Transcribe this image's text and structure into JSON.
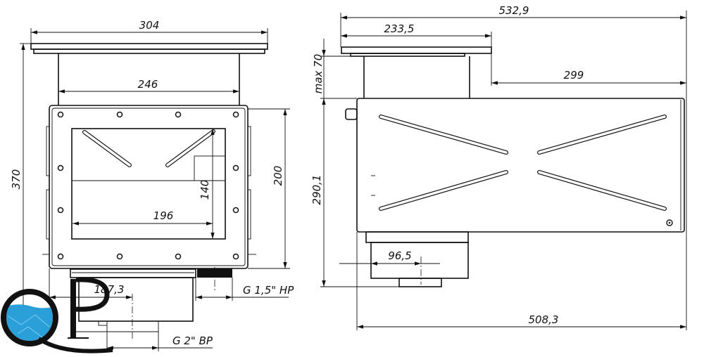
{
  "front_view": {
    "dims": {
      "flange_width": "304",
      "neck_width": "246",
      "window_width": "196",
      "window_height": "140",
      "body_height": "200",
      "total_height": "370",
      "outlet_offset": "187,3"
    },
    "threads": {
      "side": "G 1,5\" HP",
      "bottom": "G 2\" BP"
    }
  },
  "side_view": {
    "dims": {
      "total_length": "532,9",
      "flange_length": "233,5",
      "max_neck": "max 70",
      "body_offset": "299",
      "body_height": "290,1",
      "outlet_offset": "96,5",
      "body_length": "508,3"
    }
  },
  "logo": {
    "text": "QP",
    "water_color": "#2a9fd8"
  }
}
